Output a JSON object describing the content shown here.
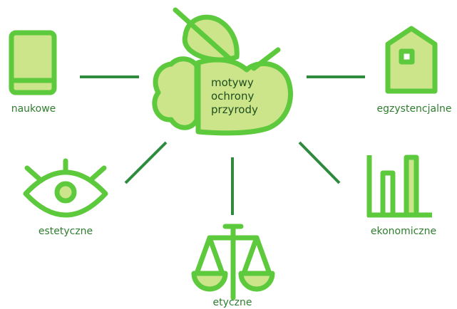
{
  "center": {
    "lines": [
      "motywy",
      "ochrony",
      "przyrody"
    ]
  },
  "nodes": {
    "naukowe": {
      "label": "naukowe",
      "icon": "book-icon"
    },
    "egzystencjalne": {
      "label": "egzystencjalne",
      "icon": "house-icon"
    },
    "estetyczne": {
      "label": "estetyczne",
      "icon": "eye-icon"
    },
    "etyczne": {
      "label": "etyczne",
      "icon": "scales-icon"
    },
    "ekonomiczne": {
      "label": "ekonomiczne",
      "icon": "bar-chart-icon"
    }
  },
  "colors": {
    "stroke": "#5dc93c",
    "fill": "#cce48a",
    "connector": "#2e8b3e",
    "label": "#2f7d2f"
  }
}
